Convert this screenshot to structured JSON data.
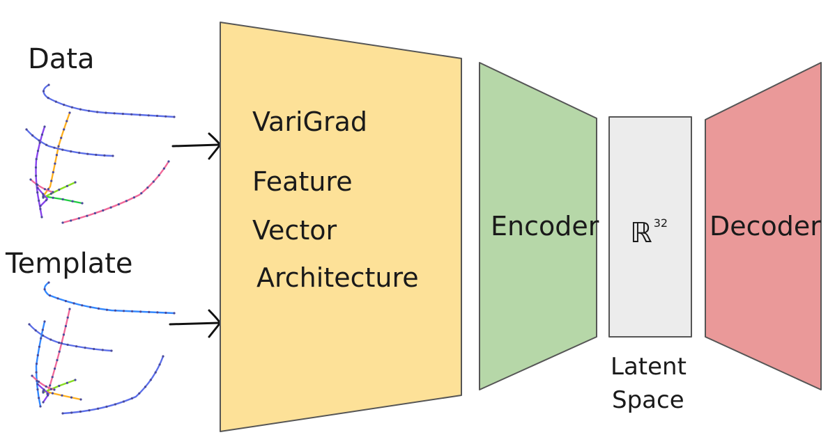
{
  "inputs": {
    "data_label": "Data",
    "template_label": "Template"
  },
  "feature_block": {
    "line1": "VariGrad",
    "line2": "Feature",
    "line3": "Vector",
    "line4": "Architecture",
    "fill": "#fde198"
  },
  "encoder": {
    "label": "Encoder",
    "fill": "#b6d7a8"
  },
  "latent": {
    "symbol": "ℝ",
    "exponent": "32",
    "caption_line1": "Latent",
    "caption_line2": "Space",
    "fill": "#ececec"
  },
  "decoder": {
    "label": "Decoder",
    "fill": "#ea9999"
  },
  "skeleton_colors": {
    "primary": "#5b6ee8",
    "pink": "#f06a9a",
    "orange": "#ffb020",
    "green": "#22cc44",
    "lime": "#88dd22",
    "violet": "#8844ee",
    "blue": "#3388ff"
  }
}
